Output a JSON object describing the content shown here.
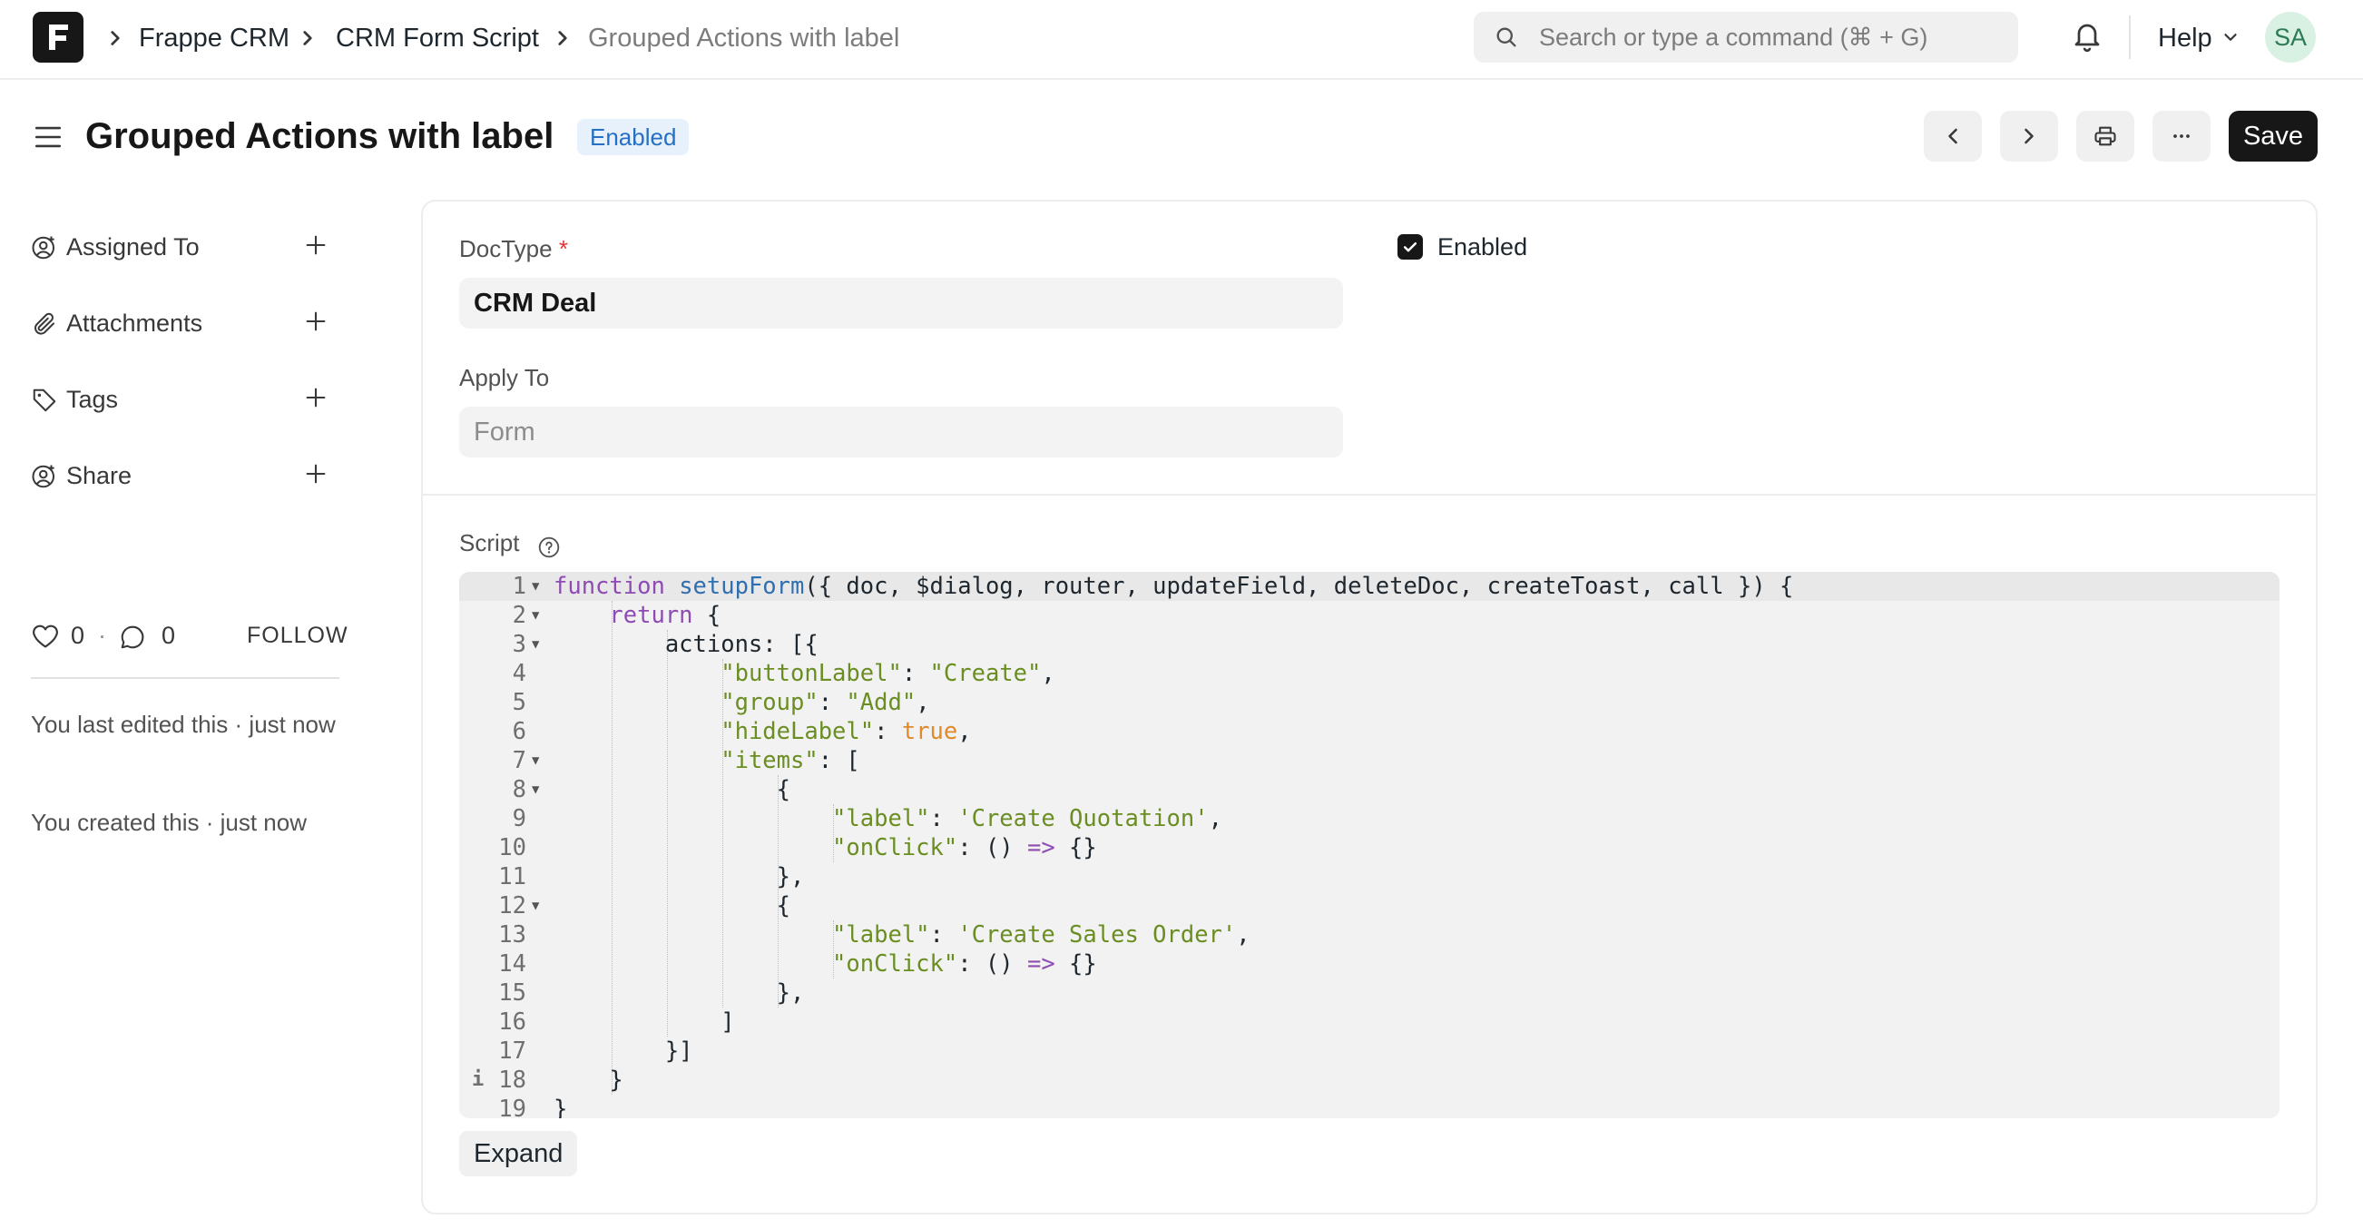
{
  "breadcrumbs": [
    {
      "label": "Frappe CRM"
    },
    {
      "label": "CRM Form Script"
    },
    {
      "label": "Grouped Actions with label"
    }
  ],
  "search": {
    "placeholder": "Search or type a command (⌘ + G)"
  },
  "navbar": {
    "help_label": "Help",
    "avatar_initials": "SA"
  },
  "page": {
    "title": "Grouped Actions with label",
    "status": "Enabled",
    "save_label": "Save"
  },
  "sidebar": {
    "items": [
      {
        "label": "Assigned To",
        "icon": "assign-icon"
      },
      {
        "label": "Attachments",
        "icon": "paperclip-icon"
      },
      {
        "label": "Tags",
        "icon": "tag-icon"
      },
      {
        "label": "Share",
        "icon": "share-icon"
      }
    ],
    "likes": "0",
    "comments": "0",
    "separator": "·",
    "follow": "FOLLOW",
    "activity": [
      "You last edited this · just now",
      "You created this · just now"
    ]
  },
  "form": {
    "doctype_label": "DocType",
    "required_mark": "*",
    "doctype_value": "CRM Deal",
    "apply_to_label": "Apply To",
    "apply_to_placeholder": "Form",
    "enabled_label": "Enabled",
    "enabled_checked": true,
    "script_label": "Script",
    "expand_label": "Expand"
  },
  "code_lines": [
    "function setupForm({ doc, $dialog, router, updateField, deleteDoc, createToast, call }) {",
    "    return {",
    "        actions: [{",
    "            \"buttonLabel\": \"Create\",",
    "            \"group\": \"Add\",",
    "            \"hideLabel\": true,",
    "            \"items\": [",
    "                {",
    "                    \"label\": 'Create Quotation',",
    "                    \"onClick\": () => {}",
    "                },",
    "                {",
    "                    \"label\": 'Create Sales Order',",
    "                    \"onClick\": () => {}",
    "                },",
    "            ]",
    "        }]",
    "    }",
    "}"
  ],
  "colors": {
    "accent": "#171717",
    "badge_bg": "#e6f1fb",
    "badge_text": "#2470c4",
    "editor_bg": "#f2f2f2"
  }
}
